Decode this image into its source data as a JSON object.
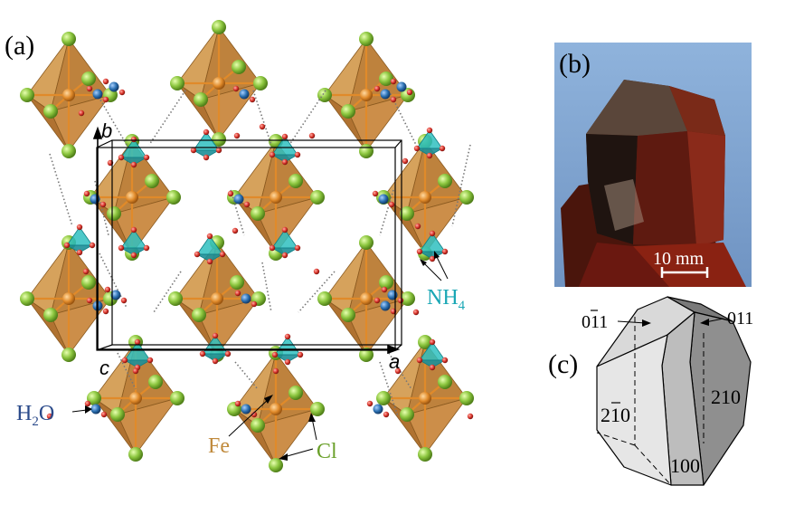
{
  "panel_a": {
    "label": "(a)",
    "axis_b": "b",
    "axis_c": "c",
    "axis_a": "a",
    "nh4_main": "NH",
    "nh4_sub": "4",
    "h2o_h": "H",
    "h2o_sub": "2",
    "h2o_o": "O",
    "fe": "Fe",
    "cl": "Cl",
    "colors": {
      "octahedron": "#c98a3a",
      "chlorine": "#8cc63f",
      "iron": "#e08a2a",
      "oxygen": "#2a6fb0",
      "hydrogen": "#d9342b",
      "ammonium": "#2fbfc0",
      "nh4_text": "#1aa7b5",
      "h2o_text": "#2a4a8a",
      "fe_text": "#c08a3c",
      "cl_text": "#6aa02a"
    }
  },
  "panel_b": {
    "label": "(b)",
    "scale_text": "10 mm"
  },
  "panel_c": {
    "label": "(c)",
    "face_0m11_a": "0",
    "face_0m11_b": "11",
    "face_011": "011",
    "face_2m10_a": "2",
    "face_2m10_b": "10",
    "face_210": "210",
    "face_100": "100"
  }
}
